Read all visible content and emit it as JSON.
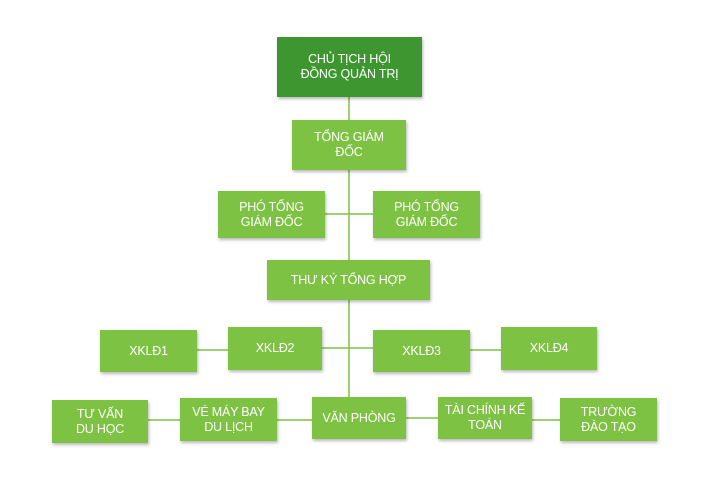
{
  "colors": {
    "box_light": "#7dc242",
    "box_dark": "#3e9630",
    "connector": "#7dc242",
    "text": "#ffffff"
  },
  "nodes": {
    "chairman": "CHỦ TỊCH HỘI\nĐỒNG QUẢN TRỊ",
    "ceo": "TỔNG GIÁM\nĐỐC",
    "deputy_left": "PHÓ TỔNG\nGIÁM ĐỐC",
    "deputy_right": "PHÓ TỔNG\nGIÁM ĐỐC",
    "general_secretary": "THƯ KÝ TỔNG HỢP",
    "xkld1": "XKLĐ1",
    "xkld2": "XKLĐ2",
    "xkld3": "XKLĐ3",
    "xkld4": "XKLĐ4",
    "study_abroad": "TƯ VẤN\nDU HỌC",
    "air_tickets": "VÉ MÁY BAY\nDU LỊCH",
    "office": "VĂN PHÒNG",
    "finance": "TÀI CHÍNH KẾ\nTOÁN",
    "training_school": "TRƯỜNG\nĐÀO TẠO"
  }
}
